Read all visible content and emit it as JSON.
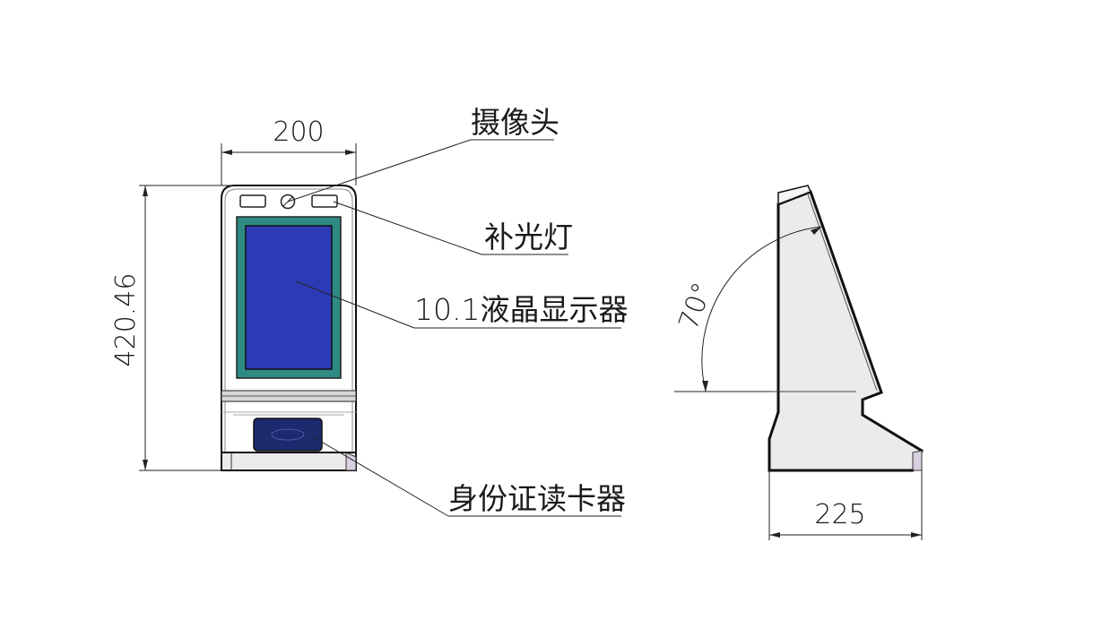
{
  "front_view": {
    "width_dimension": "200",
    "height_dimension": "420.46"
  },
  "side_view": {
    "depth_dimension": "225",
    "angle_dimension": "70°"
  },
  "callouts": {
    "camera": "摄像头",
    "fill_light": "补光灯",
    "display": "10.1液晶显示器",
    "id_reader": "身份证读卡器"
  },
  "colors": {
    "screen_fill": "#2d3ab5",
    "screen_frame": "#2e8a82",
    "reader_fill": "#1c2a6e",
    "body_fill": "#ebebeb"
  }
}
